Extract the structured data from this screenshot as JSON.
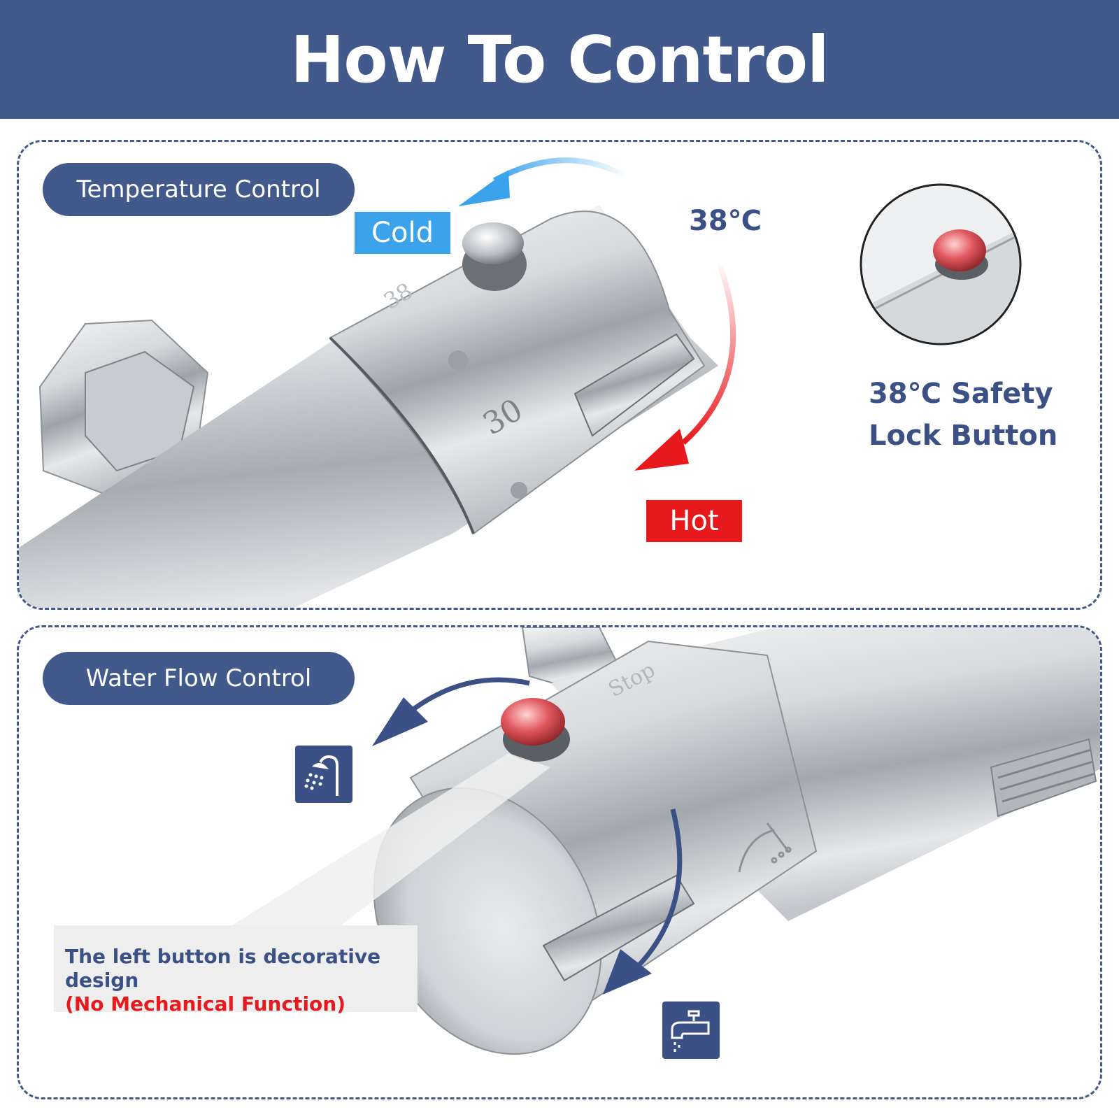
{
  "header": {
    "title": "How To Control"
  },
  "temperature_panel": {
    "label": "Temperature Control",
    "cold_label": "Cold",
    "hot_label": "Hot",
    "temp_label": "38℃",
    "dial_mark_38": "38",
    "dial_mark_30": "30",
    "safety_line1": "38℃ Safety",
    "safety_line2": "Lock Button"
  },
  "flow_panel": {
    "label": "Water Flow Control",
    "dial_stop": "Stop",
    "note_line1": "The left button is decorative design",
    "note_line2": "(No Mechanical Function)",
    "icons": [
      "shower-icon",
      "faucet-icon"
    ]
  },
  "colors": {
    "brand": "#42598b",
    "cold": "#3ba3ec",
    "hot": "#e8191d",
    "text_blue": "#3b5186",
    "chrome": "#cfd2d6"
  }
}
